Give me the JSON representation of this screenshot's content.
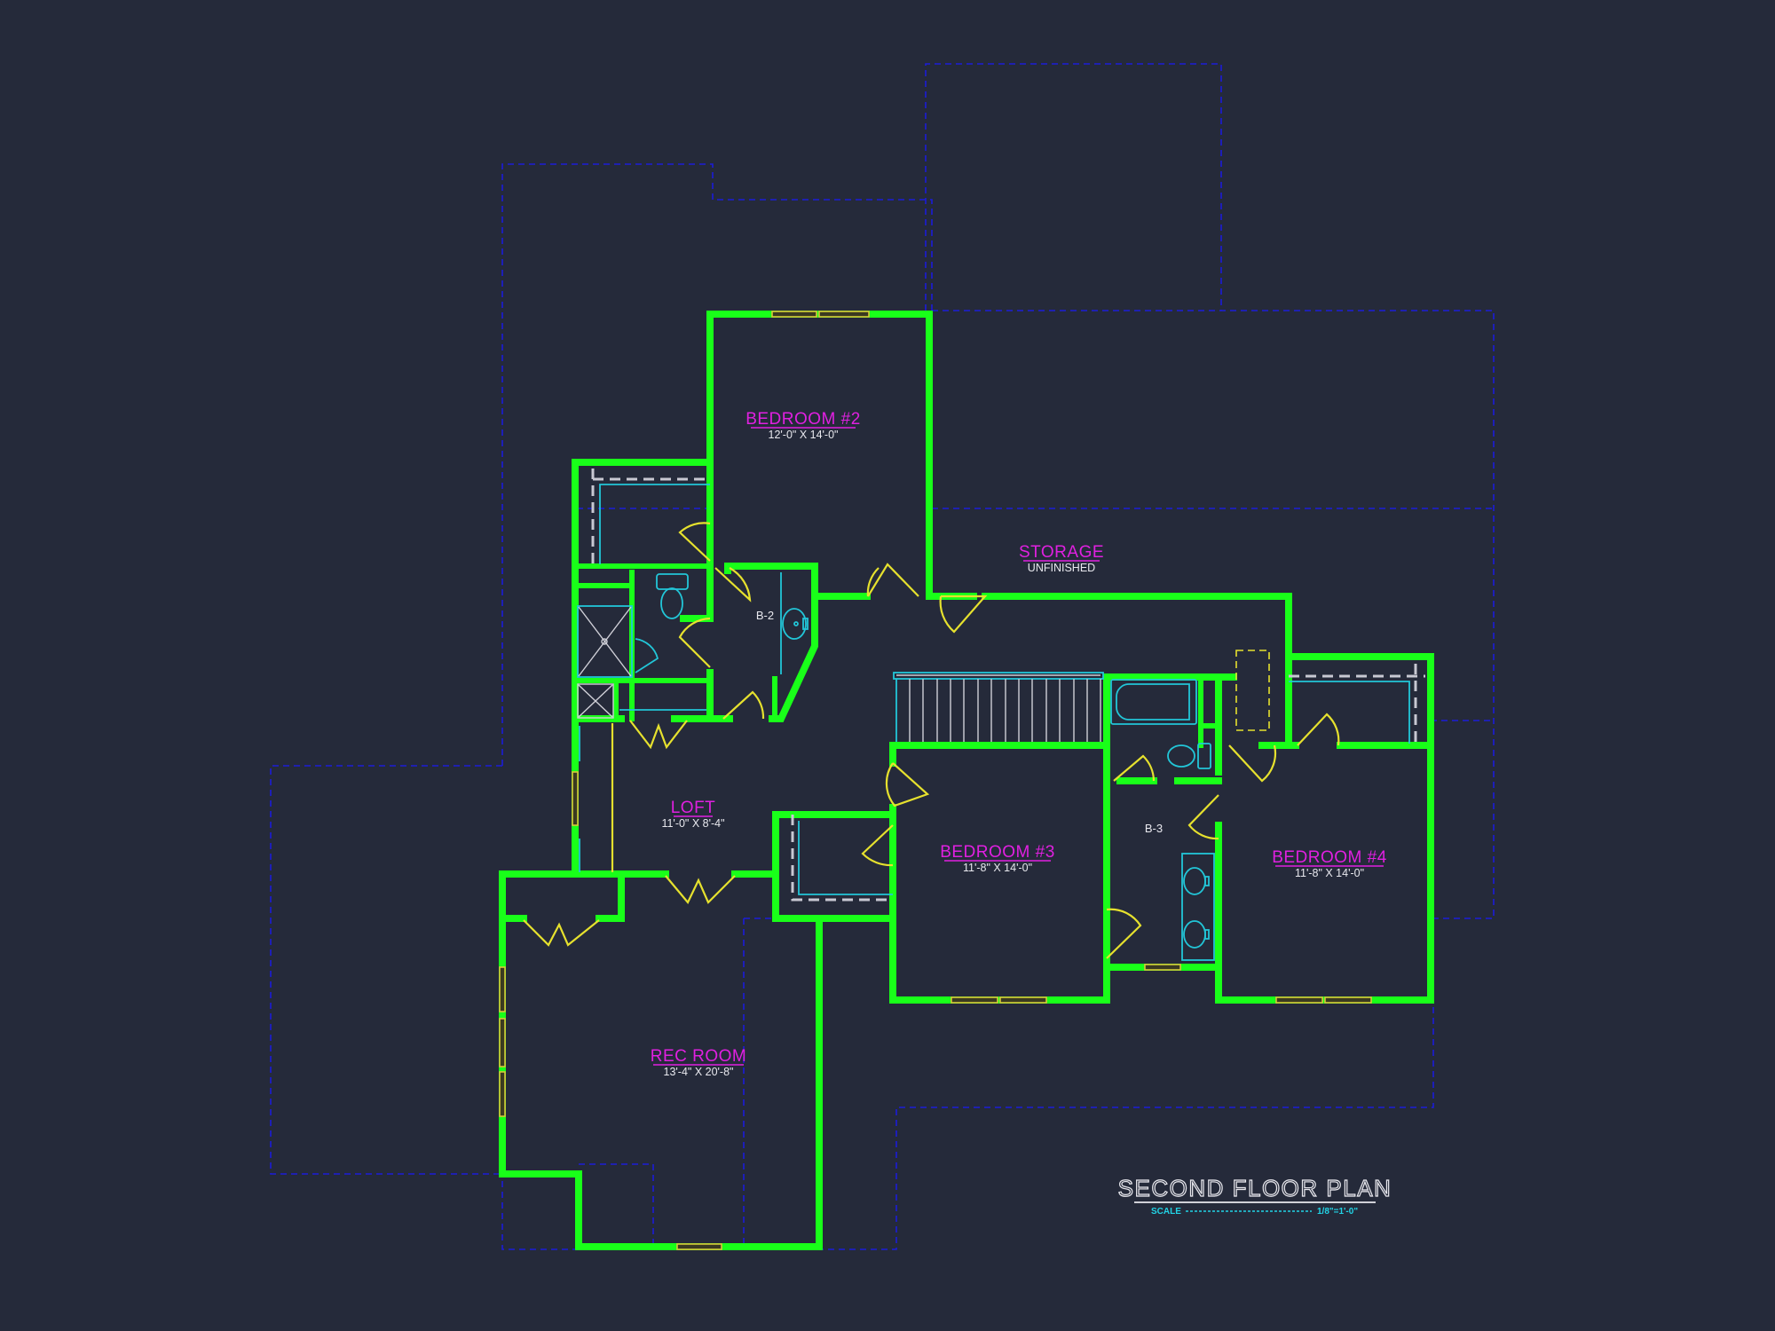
{
  "drawing": {
    "title": "SECOND FLOOR PLAN",
    "scale_label": "SCALE",
    "scale_dashes": "-------------------------------",
    "scale_value": "1/8\"=1'-0\"",
    "colors": {
      "background": "#252a3a",
      "walls": "#19ff19",
      "exterior_outline": "#1c1cd8",
      "doors_windows": "#e6e12e",
      "fixtures": "#22c6d8",
      "room_labels": "#e020e0",
      "dimension_text": "#e8e8ee"
    }
  },
  "rooms": {
    "bedroom2": {
      "name": "BEDROOM #2",
      "dims": "12'-0\" X 14'-0\""
    },
    "storage": {
      "name": "STORAGE",
      "dims": "UNFINISHED"
    },
    "loft": {
      "name": "LOFT",
      "dims": "11'-0\" X 8'-4\""
    },
    "bedroom3": {
      "name": "BEDROOM #3",
      "dims": "11'-8\" X 14'-0\""
    },
    "bedroom4": {
      "name": "BEDROOM #4",
      "dims": "11'-8\" X 14'-0\""
    },
    "recroom": {
      "name": "REC ROOM",
      "dims": "13'-4\" X 20'-8\""
    },
    "bath2": {
      "name": "B-2"
    },
    "bath3": {
      "name": "B-3"
    }
  }
}
